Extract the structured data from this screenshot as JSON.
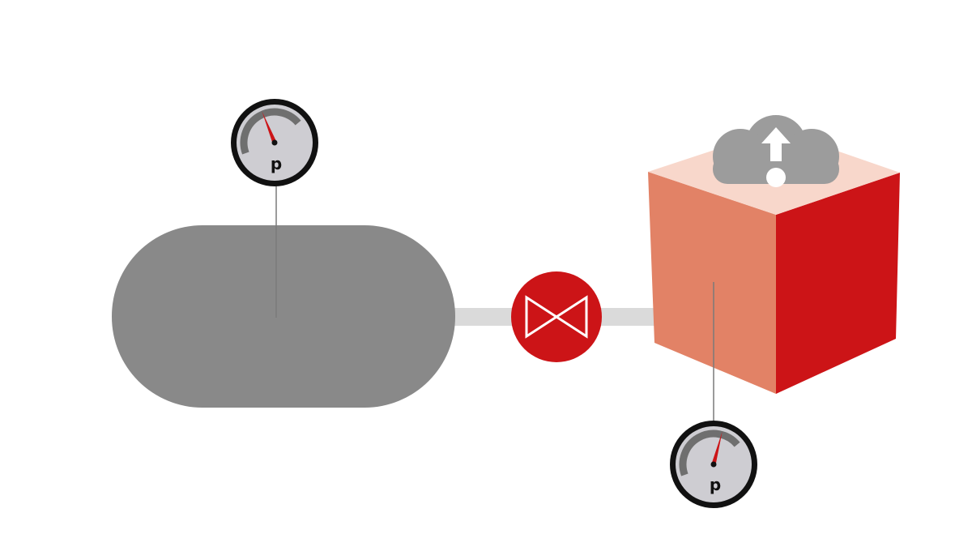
{
  "diagram": {
    "colors": {
      "tank": "#898989",
      "pipe": "#dadada",
      "valve": "#cc1417",
      "valve_symbol": "#ffffff",
      "box_front": "#e28266",
      "box_side": "#cc1417",
      "box_top": "#f8d7cb",
      "cloud": "#9c9c9c",
      "cloud_symbol": "#ffffff",
      "gauge_ring": "#111111",
      "gauge_face": "#cecdd2",
      "gauge_arc": "#6f6f6f",
      "gauge_needle": "#cc1417",
      "leader_line": "#7a7a7a"
    },
    "icons": {
      "tank": "pressure-vessel-icon",
      "valve": "bowtie-valve-icon",
      "box": "isometric-box-icon",
      "cloud": "cloud-upload-alert-icon"
    },
    "gauges": [
      {
        "name": "tank-pressure-gauge",
        "label": "p",
        "needle_level": 0.55
      },
      {
        "name": "box-pressure-gauge",
        "label": "p",
        "needle_level": 0.78
      }
    ]
  }
}
